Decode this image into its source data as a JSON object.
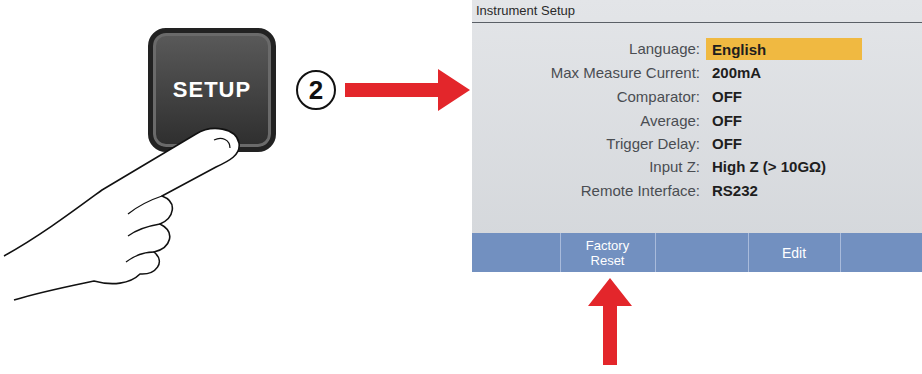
{
  "diagram": {
    "nodes": [
      {
        "text": [
          "SETUP"
        ]
      },
      {
        "text": [
          "2"
        ]
      },
      {
        "text": [
          "Instrument Setup"
        ]
      },
      {
        "text": [
          "English"
        ],
        "in": 2
      },
      {
        "text": [
          "Factory Reset"
        ],
        "in": 2
      },
      {
        "text": [
          "Edit"
        ],
        "in": 2
      }
    ],
    "edges": [
      {
        "from": 1,
        "to": 2,
        "arrow": "to"
      }
    ],
    "labels": [
      "Language:",
      "Max Measure Current:",
      "200mA",
      "Comparator:",
      "OFF",
      "Average:",
      "OFF",
      "Trigger Delay:",
      "OFF",
      "Input Z:",
      "High Z (> 10GΩ)",
      "Remote Interface:",
      "RS232"
    ]
  }
}
